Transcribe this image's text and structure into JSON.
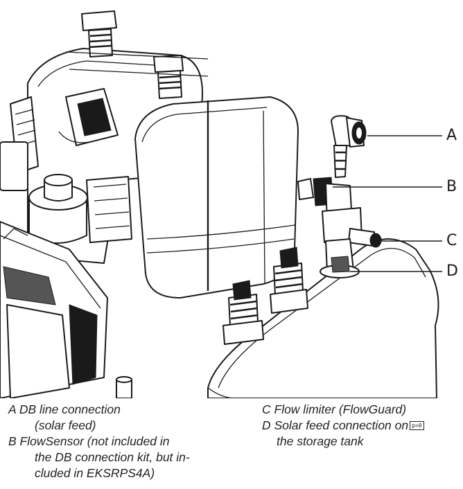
{
  "callouts": {
    "a": "A",
    "b": "B",
    "c": "C",
    "d": "D"
  },
  "legend": {
    "a_line1": "A DB line connection",
    "a_line2": "(solar feed)",
    "b_line1": "B FlowSensor (not included in",
    "b_line2": "the DB connection kit, but in-",
    "b_line3": "cluded in EKSRPS4A)",
    "c_line1": "C Flow limiter (FlowGuard)",
    "d_line1": "D Solar feed connection  on",
    "d_box": "p=0",
    "d_line2": "the storage tank"
  }
}
